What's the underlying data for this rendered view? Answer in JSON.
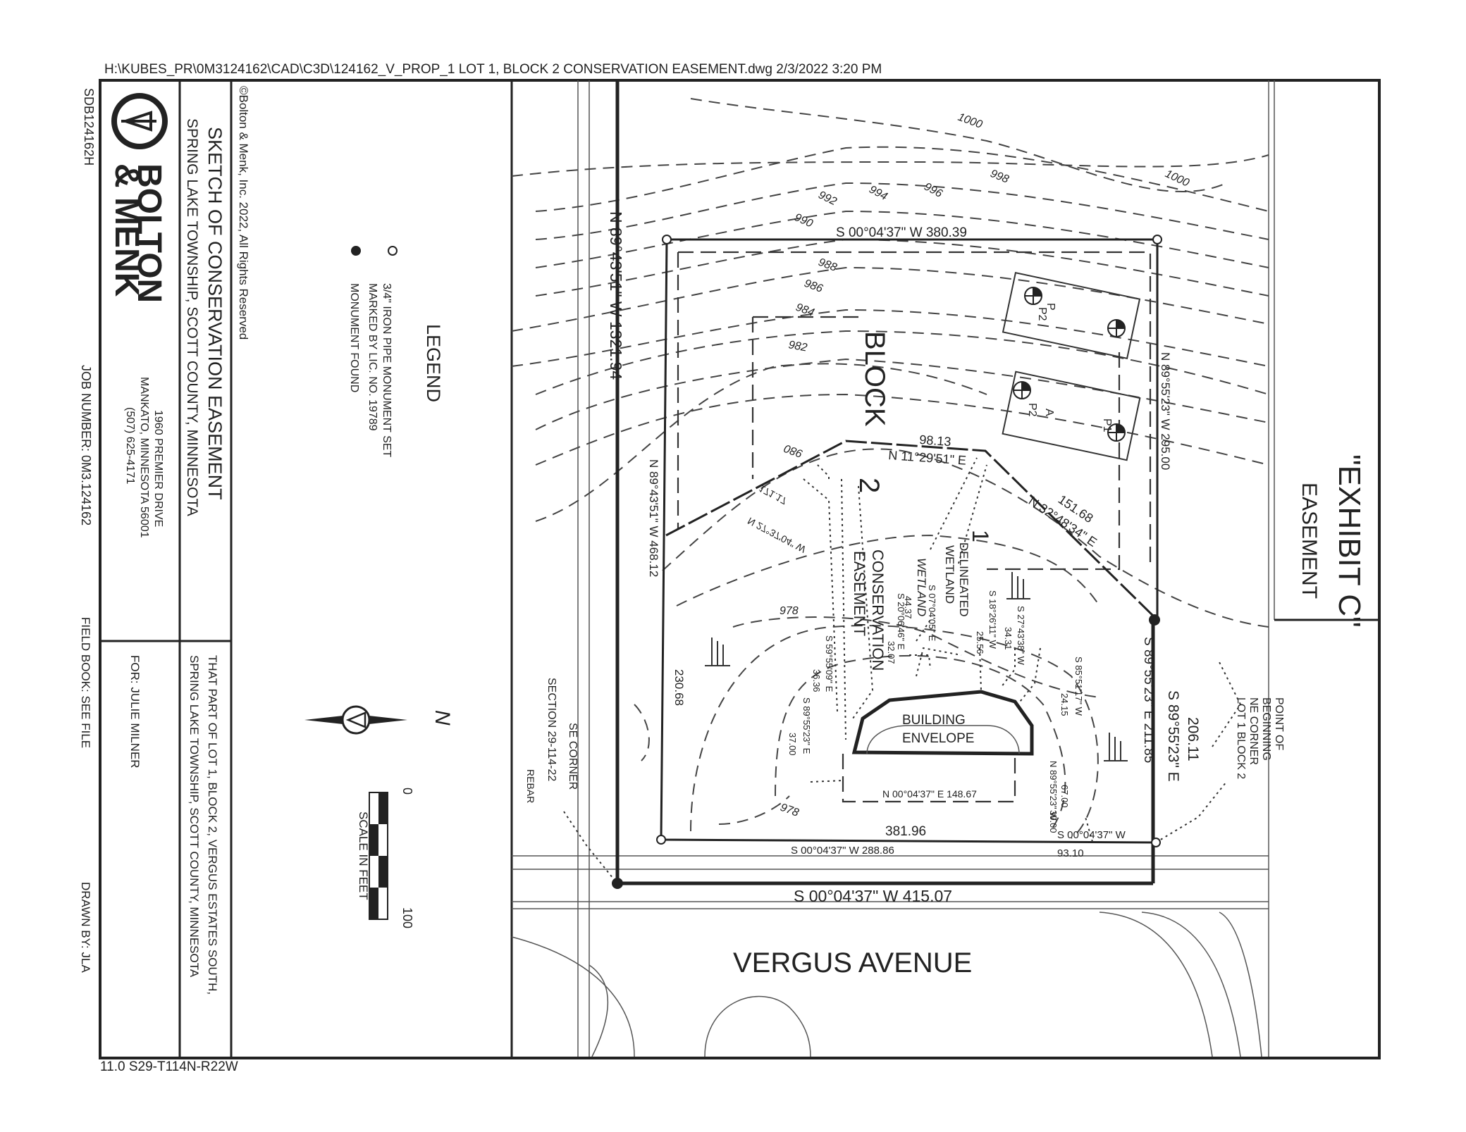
{
  "file_path_header": "H:\\KUBES_PR\\0M3124162\\CAD\\C3D\\124162_V_PROP_1 LOT 1, BLOCK 2 CONSERVATION EASEMENT.dwg 2/3/2022 3:20 PM",
  "footer_code": "11.0 S29-T114N-R22W",
  "exhibit": {
    "title": "\"EXHIBIT C\"",
    "subtitle": "EASEMENT"
  },
  "title_block": {
    "sheet_id": "SDB124162H",
    "company_line1": "BOLTON",
    "company_line2": "& MENK",
    "copyright": "©Bolton & Menk, Inc. 2022, All Rights Reserved",
    "sketch_title": "SKETCH OF CONSERVATION EASEMENT",
    "sketch_location": "SPRING LAKE TOWNSHIP, SCOTT COUNTY, MINNESOTA",
    "address1": "1960 PREMIER DRIVE",
    "address2": "MANKATO, MINNESOTA 56001",
    "phone": "(507) 625-4171",
    "job_number": "JOB NUMBER:  0M3.124162",
    "description1": "THAT PART OF LOT 1, BLOCK 2, VERGUS ESTATES SOUTH,",
    "description2": "SPRING LAKE TOWNSHIP, SCOTT COUNTY, MINNESOTA",
    "client": "FOR:  JULIE MILNER",
    "field_book": "FIELD BOOK:  SEE FILE",
    "drawn_by": "DRAWN BY:  JLA"
  },
  "legend": {
    "title": "LEGEND",
    "item1_line1": "3/4\" IRON PIPE MONUMENT SET",
    "item1_line2": "MARKED BY LIC. NO. 19789",
    "item2": "MONUMENT FOUND"
  },
  "scale": {
    "zero": "0",
    "hundred": "100",
    "label": "SCALE IN FEET",
    "north_label": "N"
  },
  "map": {
    "road_name": "VERGUS AVENUE",
    "block_label": "BLOCK",
    "block_number": "2",
    "lot_number": "1",
    "building_line1": "BUILDING",
    "building_line2": "ENVELOPE",
    "conservation_line1": "CONSERVATION",
    "conservation_line2": "EASEMENT",
    "wetland_line1": "DELINEATED",
    "wetland_line2": "WETLAND",
    "wetland_italic": "WETLAND",
    "pob_line1": "POINT OF",
    "pob_line2": "BEGINNING",
    "pob_line3": "NE CORNER",
    "pob_line4": "LOT 1 BLOCK 2",
    "se_corner_line1": "SE CORNER",
    "se_corner_line2": "SECTION 29-114-22",
    "se_corner_line3": "REBAR",
    "septic_p": "P",
    "septic_p2": "P2",
    "septic_a": "A",
    "septic_p1": "P1",
    "bearings": {
      "north_line": "S 00°04'37\" W  380.39",
      "west_long": "N 89°43'51\" W  1321.94",
      "west_lot": "N 89°43'51\" W  468.12",
      "east_lot": "N 89°55'23\" W  295.00",
      "south_lot": "S 00°04'37\" W  415.07",
      "east_a": "S 89°55'23\" E  211.85",
      "east_b": "S 89°55'23\" E",
      "east_b_dist": "206.11",
      "dist_230": "230.68",
      "dist_381": "381.96",
      "south_inner": "S 00°04'37\" W  288.86",
      "south_inner_b": "S 00°04'37\" W",
      "dist_93": "93.10",
      "dist_98": "98.13",
      "bearing_98": "N 11°29'51\" E",
      "dist_151": "151.68",
      "bearing_151": "N 32°48'34\" E",
      "nw_diag": "N 27°37'04\" W",
      "nw_diag_dist": "171.17",
      "b1": "S 27°43'38\" W",
      "b1d": "34.31",
      "b2": "S 18°26'11\" W",
      "b2d": "25.56",
      "b3": "S 07°04'05\" E",
      "b3d": "44.37",
      "b4": "S 20°06'46\" E",
      "b4d": "32.07",
      "b5": "S 59°55'09\" E",
      "b5d": "36.36",
      "b6": "S 89°55'23\" E",
      "b6d": "37.00",
      "b7": "S 85°51'17\" W",
      "b7d": "24.15",
      "b8": "N 89°55'23\" W",
      "b8d": "67.00",
      "b9": "N 00°04'37\" E  148.67",
      "b10": "30.00"
    },
    "contours": [
      "1000",
      "1000",
      "998",
      "996",
      "994",
      "992",
      "990",
      "988",
      "986",
      "984",
      "982",
      "980",
      "978",
      "978"
    ]
  }
}
